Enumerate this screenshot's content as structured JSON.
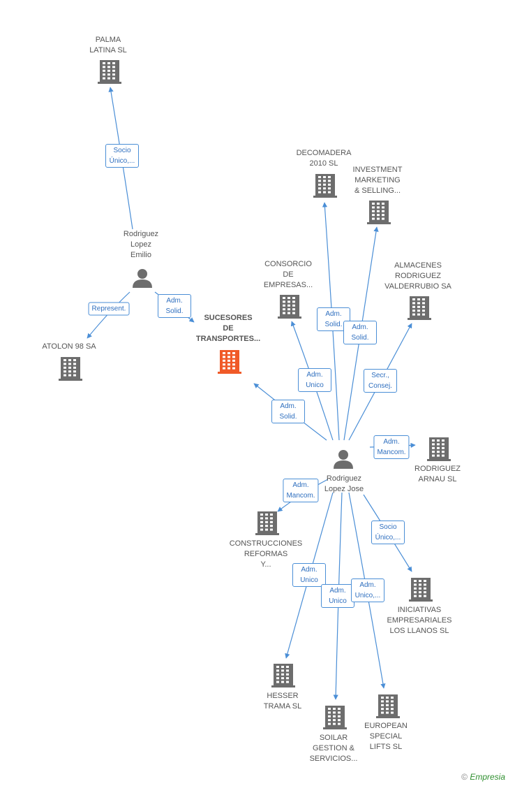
{
  "colors": {
    "edge": "#4a8ed6",
    "building": "#6d6d6d",
    "focus": "#f05a28",
    "person": "#6d6d6d",
    "role_text": "#2f6fbf"
  },
  "companies": [
    {
      "id": "palma",
      "name": "PALMA\nLATINA SL"
    },
    {
      "id": "atolon",
      "name": "ATOLON 98 SA"
    },
    {
      "id": "sucesores",
      "name": "SUCESORES\nDE\nTRANSPORTES...",
      "focus": true
    },
    {
      "id": "decomadera",
      "name": "DECOMADERA\n2010 SL"
    },
    {
      "id": "investment",
      "name": "INVESTMENT\nMARKETING\n& SELLING..."
    },
    {
      "id": "consorcio",
      "name": "CONSORCIO\nDE\nEMPRESAS..."
    },
    {
      "id": "almacenes",
      "name": "ALMACENES\nRODRIGUEZ\nVALDERRUBIO SA"
    },
    {
      "id": "arnau",
      "name": "RODRIGUEZ\nARNAU  SL"
    },
    {
      "id": "construcciones",
      "name": "CONSTRUCCIONES\nREFORMAS\nY..."
    },
    {
      "id": "iniciativas",
      "name": "INICIATIVAS\nEMPRESARIALES\nLOS LLANOS SL"
    },
    {
      "id": "hesser",
      "name": "HESSER\nTRAMA SL"
    },
    {
      "id": "soilar",
      "name": "SOILAR\nGESTION &\nSERVICIOS..."
    },
    {
      "id": "european",
      "name": "EUROPEAN\nSPECIAL\nLIFTS SL"
    }
  ],
  "persons": [
    {
      "id": "emilio",
      "name": "Rodriguez\nLopez\nEmilio"
    },
    {
      "id": "jose",
      "name": "Rodriguez\nLopez Jose"
    }
  ],
  "relations": [
    {
      "from": "emilio",
      "to": "palma",
      "role": "Socio\nÚnico,..."
    },
    {
      "from": "emilio",
      "to": "atolon",
      "role": "Represent."
    },
    {
      "from": "emilio",
      "to": "sucesores",
      "role": "Adm.\nSolid."
    },
    {
      "from": "jose",
      "to": "sucesores",
      "role": "Adm.\nSolid."
    },
    {
      "from": "jose",
      "to": "decomadera",
      "role": "Adm.\nSolid."
    },
    {
      "from": "jose",
      "to": "investment",
      "role": "Adm.\nSolid."
    },
    {
      "from": "jose",
      "to": "consorcio",
      "role": "Adm.\nUnico"
    },
    {
      "from": "jose",
      "to": "almacenes",
      "role": "Secr.,\nConsej."
    },
    {
      "from": "jose",
      "to": "arnau",
      "role": "Adm.\nMancom."
    },
    {
      "from": "jose",
      "to": "construcciones",
      "role": "Adm.\nMancom."
    },
    {
      "from": "jose",
      "to": "iniciativas",
      "role": "Socio\nÚnico,..."
    },
    {
      "from": "jose",
      "to": "hesser",
      "role": "Adm.\nUnico"
    },
    {
      "from": "jose",
      "to": "soilar",
      "role": "Adm.\nUnico"
    },
    {
      "from": "jose",
      "to": "european",
      "role": "Adm.\nUnico,..."
    }
  ],
  "footer": {
    "copyright": "©",
    "brand": "Empresia"
  }
}
